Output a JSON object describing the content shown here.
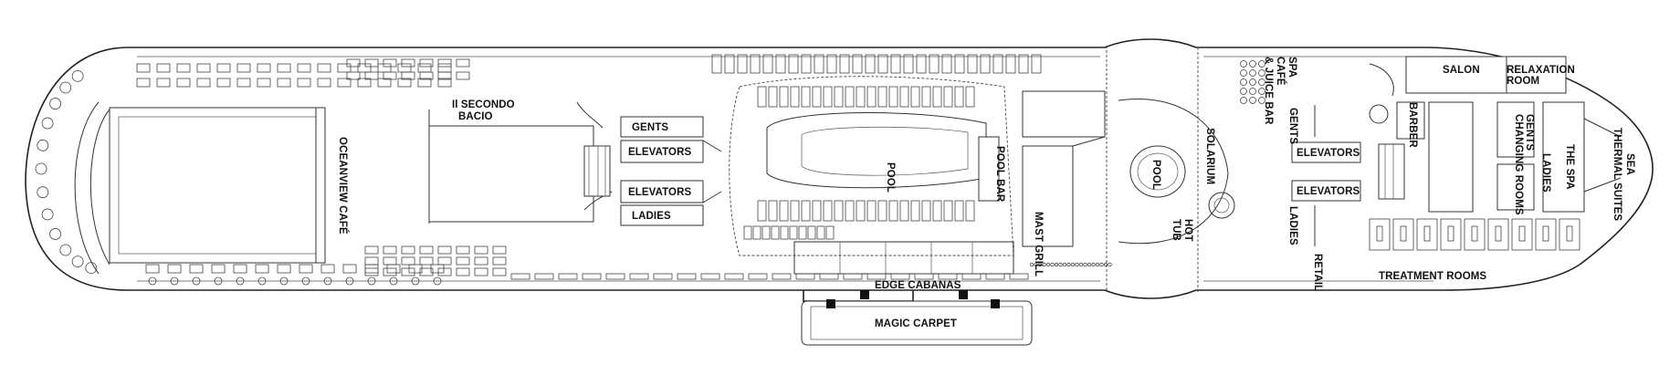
{
  "labels": {
    "oceanview_cafe": "OCEANVIEW CAFÉ",
    "il_secondo_bacio_1": "Il SECONDO",
    "il_secondo_bacio_2": "BACIO",
    "gents_fwd": "GENTS",
    "elevators_fwd_1": "ELEVATORS",
    "elevators_fwd_2": "ELEVATORS",
    "ladies_fwd": "LADIES",
    "pool_main": "POOL",
    "pool_bar": "POOL BAR",
    "mast_grill": "MAST GRILL",
    "edge_cabanas": "EDGE CABANAS",
    "magic_carpet": "MAGIC CARPET",
    "solarium": "SOLARIUM",
    "pool_solarium": "POOL",
    "hot_tub_1": "HOT",
    "hot_tub_2": "TUB",
    "spa_cafe_1": "SPA",
    "spa_cafe_2": "CAFÉ",
    "spa_cafe_3": "& JUICE BAR",
    "gents_aft": "GENTS",
    "elevators_aft_1": "ELEVATORS",
    "elevators_aft_2": "ELEVATORS",
    "ladies_aft": "LADIES",
    "retail": "RETAIL",
    "salon": "SALON",
    "relaxation_1": "RELAXATION",
    "relaxation_2": "ROOM",
    "barber": "BARBER",
    "gents_changing_1": "GENTS",
    "gents_changing_2": "CHANGING ROOMS",
    "ladies_changing": "LADIES",
    "the_spa": "THE SPA",
    "sea_thermal_1": "SEA",
    "sea_thermal_2": "THERMAL SUITES",
    "treatment_rooms": "TREATMENT ROOMS"
  },
  "colors": {
    "line": "#222222",
    "background": "#ffffff",
    "fill_dark": "#111111"
  }
}
